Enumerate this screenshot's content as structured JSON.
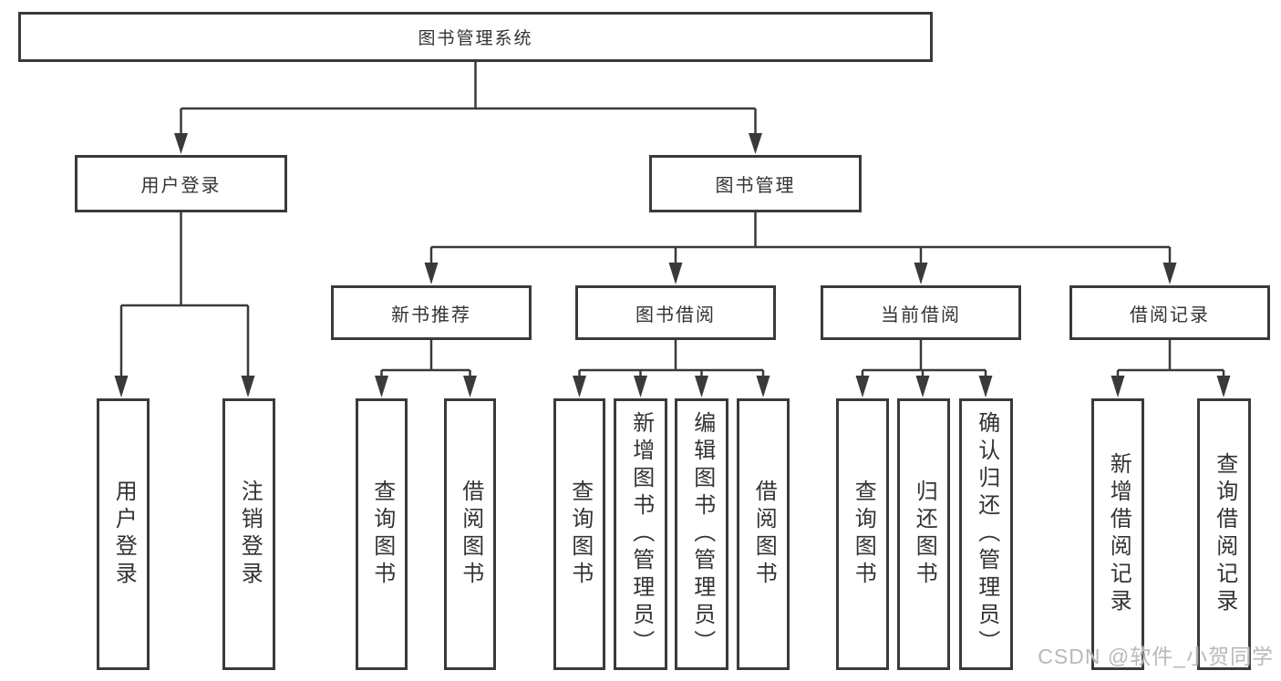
{
  "diagram": {
    "root": {
      "label": "图书管理系统"
    },
    "branches": [
      {
        "label": "用户登录",
        "children": [
          {
            "label": "用户登录"
          },
          {
            "label": "注销登录"
          }
        ]
      },
      {
        "label": "图书管理",
        "children": [
          {
            "label": "新书推荐",
            "children": [
              {
                "label": "查询图书"
              },
              {
                "label": "借阅图书"
              }
            ]
          },
          {
            "label": "图书借阅",
            "children": [
              {
                "label": "查询图书"
              },
              {
                "label": "新增图书（管理员）"
              },
              {
                "label": "编辑图书（管理员）"
              },
              {
                "label": "借阅图书"
              }
            ]
          },
          {
            "label": "当前借阅",
            "children": [
              {
                "label": "查询图书"
              },
              {
                "label": "归还图书"
              },
              {
                "label": "确认归还（管理员）"
              }
            ]
          },
          {
            "label": "借阅记录",
            "children": [
              {
                "label": "新增借阅记录"
              },
              {
                "label": "查询借阅记录"
              }
            ]
          }
        ]
      }
    ]
  },
  "watermark": {
    "text": "CSDN @软件_小贺同学"
  },
  "colors": {
    "line": "#3a3a3a",
    "text": "#333333",
    "box_background": "#ffffff",
    "watermark": "#b9b9b9"
  }
}
